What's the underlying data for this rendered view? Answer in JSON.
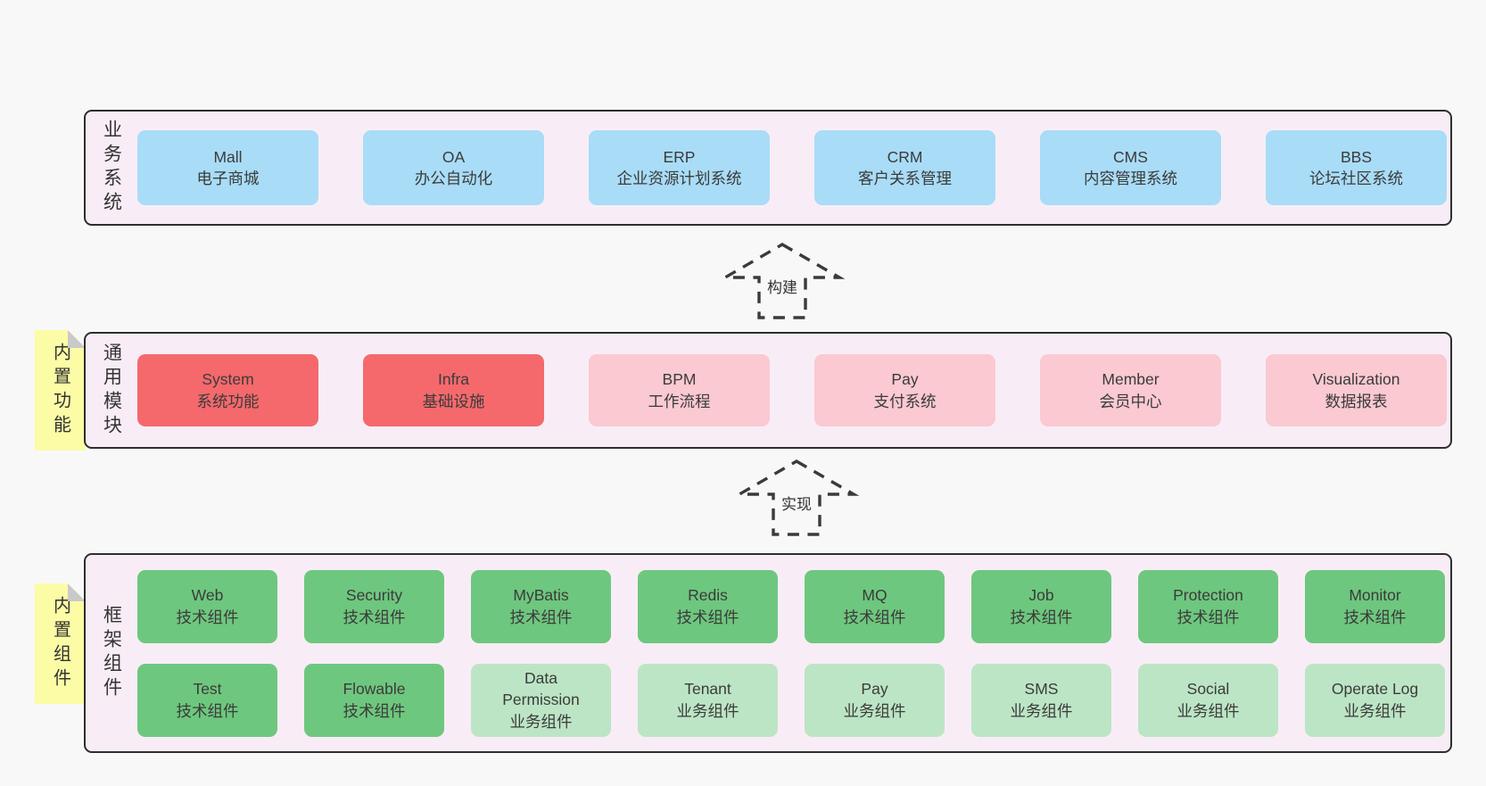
{
  "colors": {
    "page-bg": "#f8f8f8",
    "panel": "#f8edf6",
    "panel-border": "#2e2e2e",
    "blue": "#a9dcf7",
    "red": "#f5696c",
    "pink": "#fbc9d2",
    "green": "#6ec77e",
    "lightgreen": "#bce5c5",
    "note": "#fcfca6",
    "fold": "#c9c9c9",
    "text": "#3b3b3b"
  },
  "notes": {
    "features": "内置功能",
    "components": "内置组件"
  },
  "arrows": {
    "build": "构建",
    "implement": "实现"
  },
  "sections": {
    "business": {
      "label": "业务系统",
      "boxes": [
        {
          "name": "Mall",
          "subtitle": "电子商城",
          "variant": "blue"
        },
        {
          "name": "OA",
          "subtitle": "办公自动化",
          "variant": "blue"
        },
        {
          "name": "ERP",
          "subtitle": "企业资源计划系统",
          "variant": "blue"
        },
        {
          "name": "CRM",
          "subtitle": "客户关系管理",
          "variant": "blue"
        },
        {
          "name": "CMS",
          "subtitle": "内容管理系统",
          "variant": "blue"
        },
        {
          "name": "BBS",
          "subtitle": "论坛社区系统",
          "variant": "blue"
        }
      ]
    },
    "modules": {
      "label": "通用模块",
      "boxes": [
        {
          "name": "System",
          "subtitle": "系统功能",
          "variant": "red"
        },
        {
          "name": "Infra",
          "subtitle": "基础设施",
          "variant": "red"
        },
        {
          "name": "BPM",
          "subtitle": "工作流程",
          "variant": "pink"
        },
        {
          "name": "Pay",
          "subtitle": "支付系统",
          "variant": "pink"
        },
        {
          "name": "Member",
          "subtitle": "会员中心",
          "variant": "pink"
        },
        {
          "name": "Visualization",
          "subtitle": "数据报表",
          "variant": "pink"
        }
      ]
    },
    "framework": {
      "label": "框架组件",
      "boxes": [
        {
          "name": "Web",
          "subtitle": "技术组件",
          "variant": "green"
        },
        {
          "name": "Security",
          "subtitle": "技术组件",
          "variant": "green"
        },
        {
          "name": "MyBatis",
          "subtitle": "技术组件",
          "variant": "green"
        },
        {
          "name": "Redis",
          "subtitle": "技术组件",
          "variant": "green"
        },
        {
          "name": "MQ",
          "subtitle": "技术组件",
          "variant": "green"
        },
        {
          "name": "Job",
          "subtitle": "技术组件",
          "variant": "green"
        },
        {
          "name": "Protection",
          "subtitle": "技术组件",
          "variant": "green"
        },
        {
          "name": "Monitor",
          "subtitle": "技术组件",
          "variant": "green"
        },
        {
          "name": "Test",
          "subtitle": "技术组件",
          "variant": "green"
        },
        {
          "name": "Flowable",
          "subtitle": "技术组件",
          "variant": "green"
        },
        {
          "name": "Data Permission",
          "subtitle": "业务组件",
          "variant": "lightgreen"
        },
        {
          "name": "Tenant",
          "subtitle": "业务组件",
          "variant": "lightgreen"
        },
        {
          "name": "Pay",
          "subtitle": "业务组件",
          "variant": "lightgreen"
        },
        {
          "name": "SMS",
          "subtitle": "业务组件",
          "variant": "lightgreen"
        },
        {
          "name": "Social",
          "subtitle": "业务组件",
          "variant": "lightgreen"
        },
        {
          "name": "Operate Log",
          "subtitle": "业务组件",
          "variant": "lightgreen"
        }
      ]
    }
  }
}
